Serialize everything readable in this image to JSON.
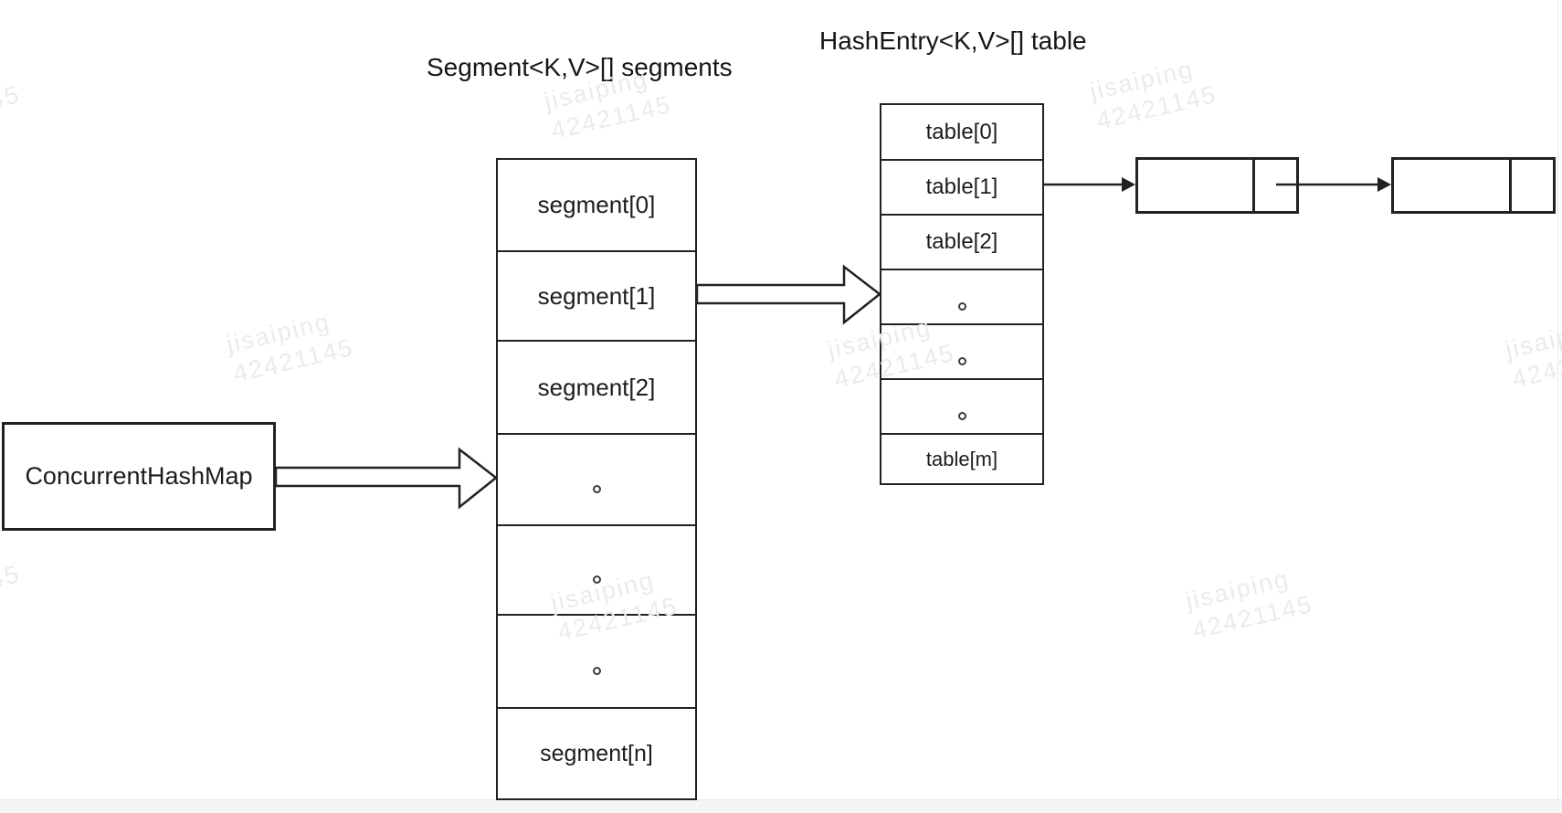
{
  "watermark": {
    "line1": "jisaiping",
    "line2": "42421145"
  },
  "titles": {
    "segments": "Segment<K,V>[] segments",
    "table": "HashEntry<K,V>[] table"
  },
  "root_box": {
    "label": "ConcurrentHashMap"
  },
  "segments_array": {
    "cells": [
      {
        "label": "segment[0]"
      },
      {
        "label": "segment[1]"
      },
      {
        "label": "segment[2]"
      },
      {
        "dot": true
      },
      {
        "dot": true
      },
      {
        "dot": true
      },
      {
        "label": "segment[n]"
      }
    ]
  },
  "table_array": {
    "cells": [
      {
        "label": "table[0]"
      },
      {
        "label": "table[1]"
      },
      {
        "label": "table[2]"
      },
      {
        "dot": true
      },
      {
        "dot": true
      },
      {
        "dot": true
      },
      {
        "label": "table[m]"
      }
    ]
  },
  "colors": {
    "line": "#222222",
    "watermark": "#ebebeb",
    "page_strip": "#f4f5f6"
  }
}
